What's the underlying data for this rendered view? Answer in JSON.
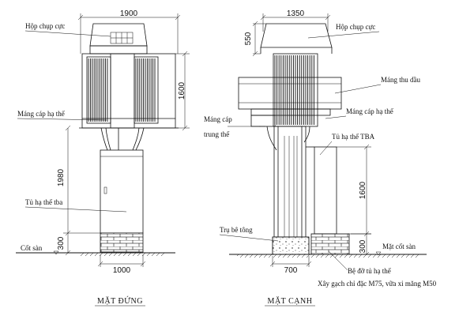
{
  "front_view": {
    "title": "MẶT ĐỨNG",
    "labels": {
      "terminal_cover": "Hộp chụp cực",
      "lv_cable_tray": "Máng cáp hạ thế",
      "lv_cabinet": "Tủ hạ thế tba",
      "floor_level": "Cốt sàn"
    },
    "dimensions": {
      "top_width": "1900",
      "transformer_height": "1600",
      "cabinet_height": "1980",
      "plinth_height": "300",
      "base_width": "1000"
    }
  },
  "side_view": {
    "title": "MẶT CẠNH",
    "labels": {
      "terminal_cover": "Hộp chụp cực",
      "oil_tray": "Máng thu dầu",
      "lv_cable_tray": "Máng cáp hạ thế",
      "mv_cable_tray_line1": "Máng cáp",
      "mv_cable_tray_line2": "trung thế",
      "lv_cabinet": "Tủ hạ thế TBA",
      "concrete_pillar": "Trụ bê tông",
      "floor_level": "Mặt cốt sàn",
      "cabinet_support": "Bệ đỡ tủ hạ thế",
      "masonry_note": "Xây gạch chỉ đặc M75, vữa xi măng M50"
    },
    "dimensions": {
      "top_width": "1350",
      "cover_height": "550",
      "cabinet_height": "1600",
      "plinth_height": "300",
      "base_width": "700"
    }
  }
}
